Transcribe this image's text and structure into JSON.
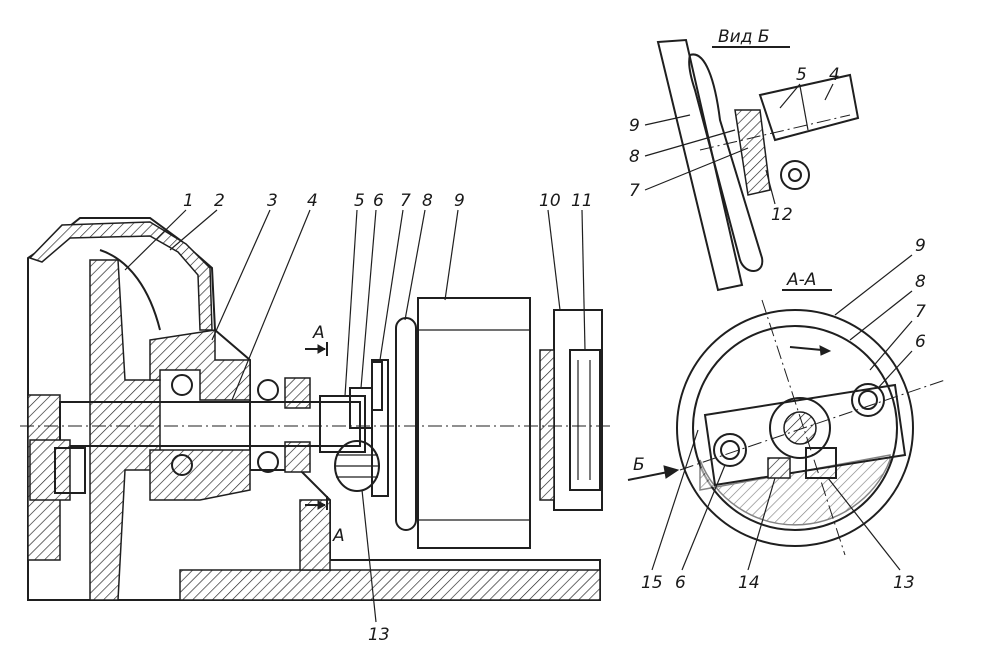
{
  "main_view": {
    "labels": [
      "1",
      "2",
      "3",
      "4",
      "5",
      "6",
      "7",
      "8",
      "9",
      "10",
      "11"
    ],
    "bottom_label": "13",
    "section_marker": "А"
  },
  "view_b": {
    "title": "Вид Б",
    "labels": [
      "5",
      "4",
      "9",
      "8",
      "7",
      "12"
    ]
  },
  "section_aa": {
    "title": "А-А",
    "labels": [
      "9",
      "8",
      "7",
      "6"
    ],
    "bottom_labels": [
      "15",
      "6",
      "14",
      "13"
    ],
    "arrow_label": "Б"
  }
}
